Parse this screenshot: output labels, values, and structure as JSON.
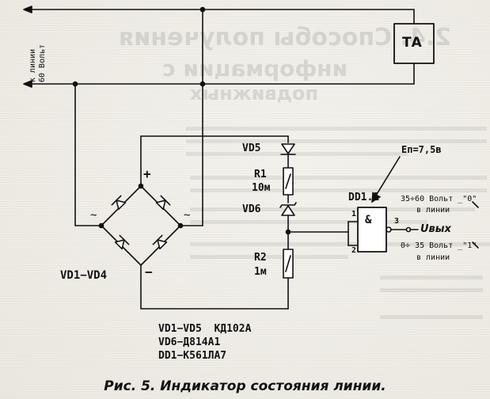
{
  "labels": {
    "line_label": "к линии\n60 Вольт",
    "ta": "ТА",
    "plus": "+",
    "minus": "−",
    "ac_left": "~",
    "ac_right": "~",
    "bridge": "VD1−VD4",
    "vd5": "VD5",
    "r1": "R1",
    "r1_val": "10м",
    "vd6": "VD6",
    "r2": "R2",
    "r2_val": "1м",
    "supply": "Eп=7,5в",
    "dd": "DD1.1",
    "gate_sym": "&",
    "pin1": "1",
    "pin2": "2",
    "pin3": "3",
    "output": "Uвых",
    "state0_line1": "35÷60 Вольт _\"0\"",
    "state0_line2": "в линии",
    "state1_line1": "0÷ 35 Вольт _\"1\"",
    "state1_line2": "в линии"
  },
  "parts_list": [
    "VD1−VD5  КД102А",
    "VD6−Д814А1",
    "DD1−К561ЛА7"
  ],
  "caption": "Рис. 5. Индикатор состояния линии."
}
